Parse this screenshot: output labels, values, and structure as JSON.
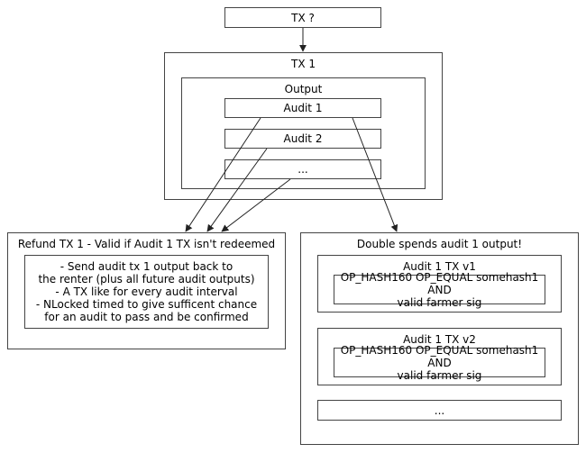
{
  "top": {
    "label": "TX ?"
  },
  "tx1": {
    "title": "TX 1",
    "output": {
      "title": "Output",
      "items": [
        "Audit 1",
        "Audit 2",
        "..."
      ]
    }
  },
  "refund": {
    "title": "Refund TX 1 - Valid if Audit 1 TX isn't redeemed",
    "body": "- Send audit tx 1 output back to\nthe renter (plus all future audit outputs)\n- A TX like for every audit interval\n- NLocked timed to give sufficent chance\nfor an audit to pass and be confirmed"
  },
  "double": {
    "title": "Double spends audit 1 output!",
    "v1": {
      "title": "Audit 1 TX v1",
      "script": "OP_HASH160 OP_EQUAL somehash1 AND\nvalid farmer sig"
    },
    "v2": {
      "title": "Audit 1 TX v2",
      "script": "OP_HASH160 OP_EQUAL somehash1 AND\nvalid farmer sig"
    },
    "more": "..."
  }
}
